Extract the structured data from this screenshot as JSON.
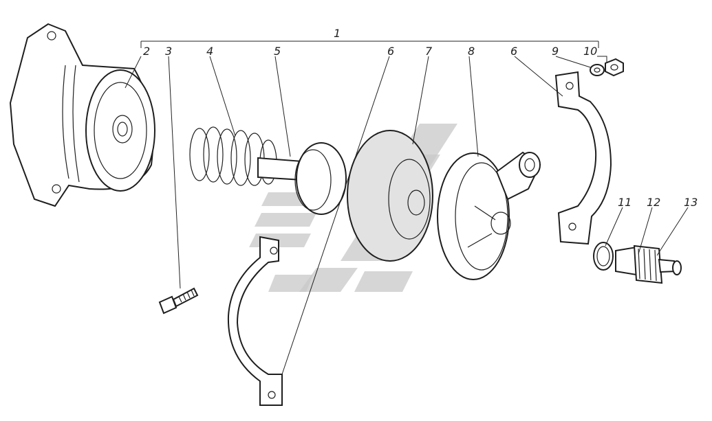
{
  "callouts": [
    "1",
    "2",
    "3",
    "4",
    "5",
    "6",
    "7",
    "8",
    "6",
    "9",
    "10",
    "11",
    "12",
    "13"
  ],
  "colors": {
    "ink": "#1e1e1e",
    "watermark": "#c8c8c8",
    "background": "#ffffff"
  }
}
